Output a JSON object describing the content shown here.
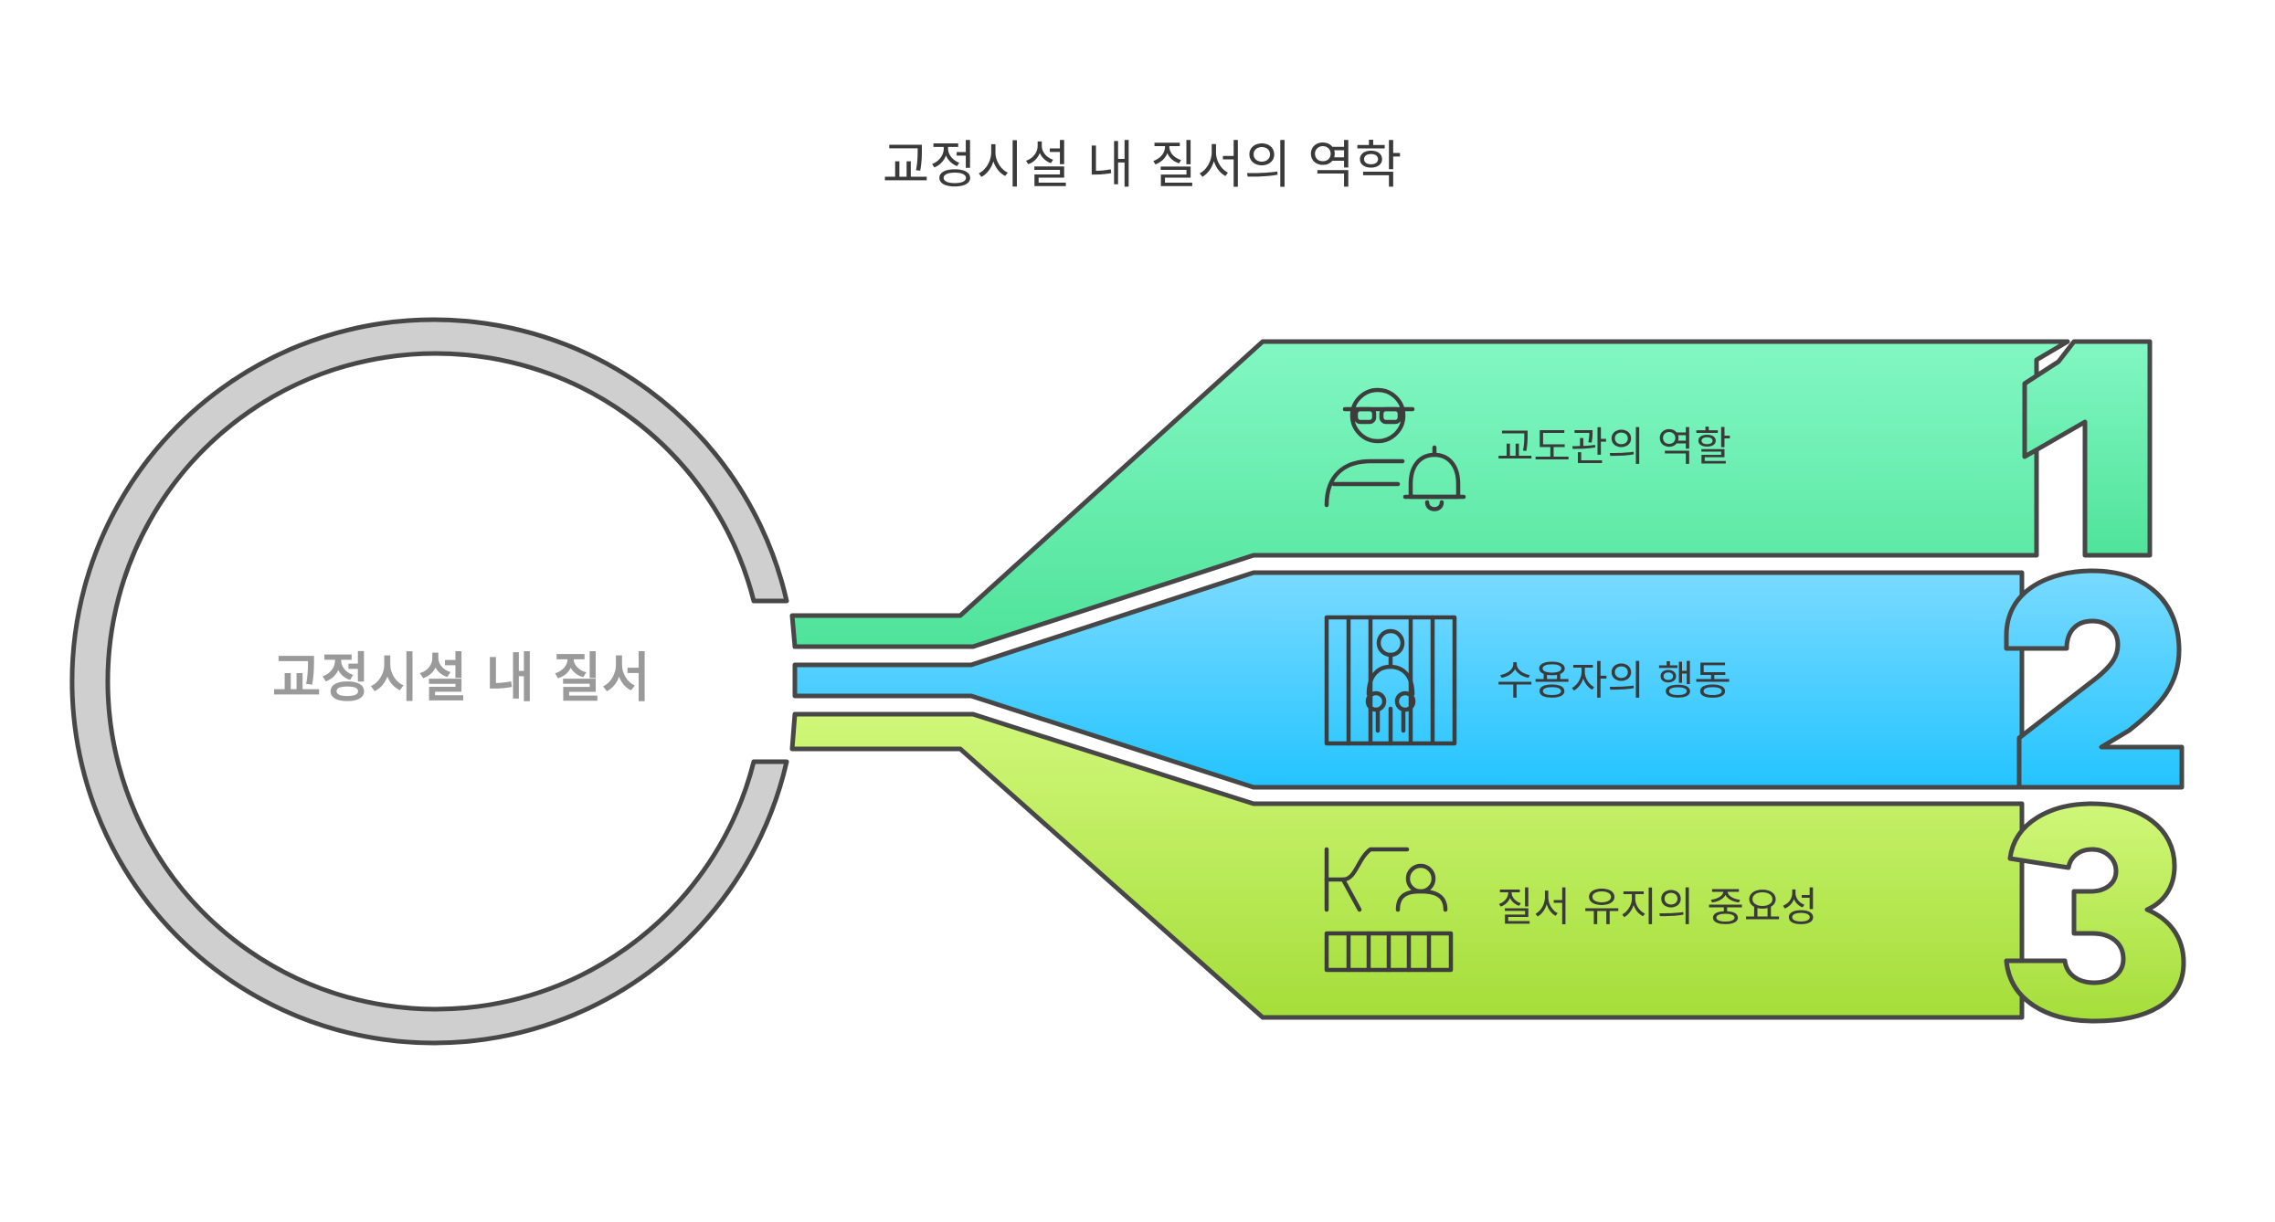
{
  "title": "교정시설 내 질서의 역학",
  "hub": {
    "label": "교정시설 내 질서"
  },
  "items": [
    {
      "number": "1",
      "label": "교도관의 역할",
      "icon": "guard-bell-icon",
      "color_top": "#82f7c3",
      "color_bottom": "#4fe39a"
    },
    {
      "number": "2",
      "label": "수용자의 행동",
      "icon": "prisoner-behind-bars-icon",
      "color_top": "#79daff",
      "color_bottom": "#24c4ff"
    },
    {
      "number": "3",
      "label": "질서 유지의 중요성",
      "icon": "order-maintenance-icon",
      "color_top": "#d0f779",
      "color_bottom": "#a5de3a"
    }
  ],
  "colors": {
    "ring": "#cfcfcf",
    "outline": "#474747",
    "title": "#3a3a3a",
    "hub_text": "#9a9a9a"
  }
}
